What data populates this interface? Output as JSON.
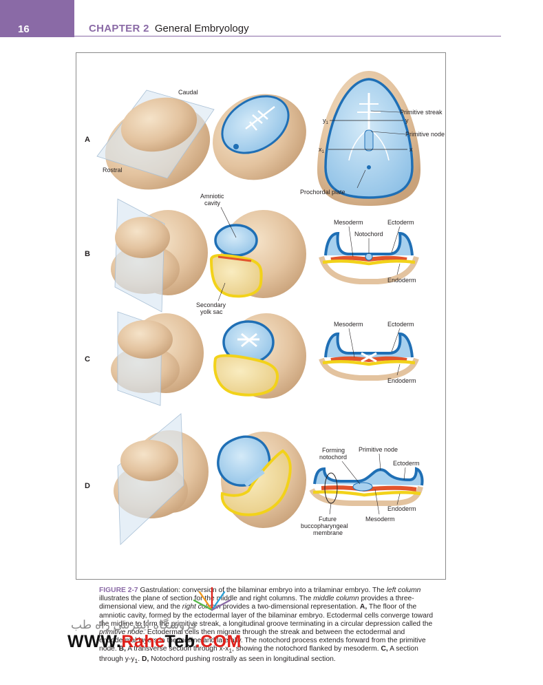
{
  "header": {
    "page_number": "16",
    "chapter_label": "CHAPTER 2",
    "chapter_title": "General Embryology"
  },
  "rows": [
    "A",
    "B",
    "C",
    "D"
  ],
  "labels": {
    "caudal": "Caudal",
    "rostral": "Rostral",
    "primitive_streak": "Primitive streak",
    "y1": "y",
    "y": "y",
    "primitive_node_a": "Primitive node",
    "x1": "x",
    "x": "x",
    "prochordal_plate": "Prochordal plate",
    "amniotic_cavity_1": "Amniotic",
    "amniotic_cavity_2": "cavity",
    "mesoderm_b": "Mesoderm",
    "ectoderm_b": "Ectoderm",
    "notochord_b": "Notochord",
    "endoderm_b": "Endoderm",
    "secondary_yolk_sac_1": "Secondary",
    "secondary_yolk_sac_2": "yolk sac",
    "mesoderm_c": "Mesoderm",
    "ectoderm_c": "Ectoderm",
    "endoderm_c": "Endoderm",
    "forming_notochord_1": "Forming",
    "forming_notochord_2": "notochord",
    "primitive_node_d": "Primitive node",
    "ectoderm_d": "Ectoderm",
    "endoderm_d": "Endoderm",
    "mesoderm_d": "Mesoderm",
    "future_1": "Future",
    "future_2": "buccopharyngeal",
    "future_3": "membrane"
  },
  "caption": {
    "fig_label": "FIGURE 2-7",
    "t1": " Gastrulation: conversion of the bilaminar embryo into a trilaminar embryo. The ",
    "i1": "left column",
    "t2": " illustrates the plane of section for the middle and right columns. The ",
    "i2": "middle column",
    "t3": " provides a three-dimensional view, and the ",
    "i3": "right column",
    "t4": " provides a two-dimensional representation. ",
    "b1": "A,",
    "t5": " The floor of the amniotic cavity, formed by the ectodermal layer of the bilaminar embryo. Ectodermal cells converge toward the midline to form the primitive streak, a longitudinal groove terminating in a circular depression called the ",
    "i4": "primitive node.",
    "t6": " Ectodermal cells then migrate through the streak and between the ectodermal and endodermal layers in the midline and laterally. The notochord process extends forward from the primitive node. ",
    "b2": "B,",
    "t7": " A transverse section through x-x",
    "s1": "1",
    "t8": ", showing the notochord flanked by mesoderm. ",
    "b3": "C,",
    "t9": " A section through y-y",
    "s2": "1",
    "t10": ". ",
    "b4": "D,",
    "t11": " Notochord pushing rostrally as seen in longitudinal section."
  },
  "watermark": {
    "persian": "فروشگاه اینترنتی راه طب",
    "www": "WWW.",
    "rahe": "Rahe",
    "teb": "Teb",
    "com": ".COM"
  },
  "colors": {
    "accent": "#8a6aa6",
    "embryo_tan": "#e3c39f",
    "ectoderm_blue": "#1f6fb5",
    "amnion_fill": "#a7d0ee",
    "yolk_yellow": "#f2d21a",
    "mesoderm_red": "#e2542c"
  }
}
